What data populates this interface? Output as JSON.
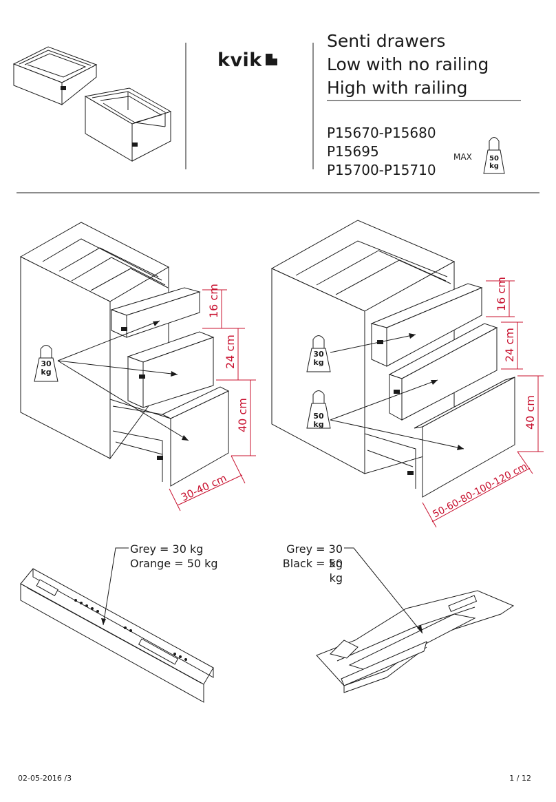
{
  "header": {
    "brand": "kvik",
    "title_lines": [
      "Senti drawers",
      "Low with no railing",
      "High with railing"
    ],
    "product_codes": [
      "P15670-P15680",
      "P15695",
      "P15700-P15710"
    ],
    "max_label": "MAX",
    "max_weight": "50",
    "max_weight_unit": "kg"
  },
  "left_cabinet": {
    "weight_value": "30",
    "weight_unit": "kg",
    "heights": [
      "16 cm",
      "24 cm",
      "40 cm"
    ],
    "depth": "30-40 cm"
  },
  "right_cabinet": {
    "weights": [
      {
        "value": "30",
        "unit": "kg"
      },
      {
        "value": "50",
        "unit": "kg"
      }
    ],
    "heights": [
      "16 cm",
      "24 cm",
      "40 cm"
    ],
    "depth": "50-60-80-100-120 cm"
  },
  "rails": {
    "left_lines": [
      "Grey = 30 kg",
      "Orange = 50 kg"
    ],
    "right_lines": [
      "Grey = 30 kg",
      "Black = 50 kg"
    ]
  },
  "footer": {
    "date": "02-05-2016 /3",
    "page": "1 / 12"
  },
  "colors": {
    "dimension": "#c8102e",
    "line": "#1a1a1a"
  }
}
